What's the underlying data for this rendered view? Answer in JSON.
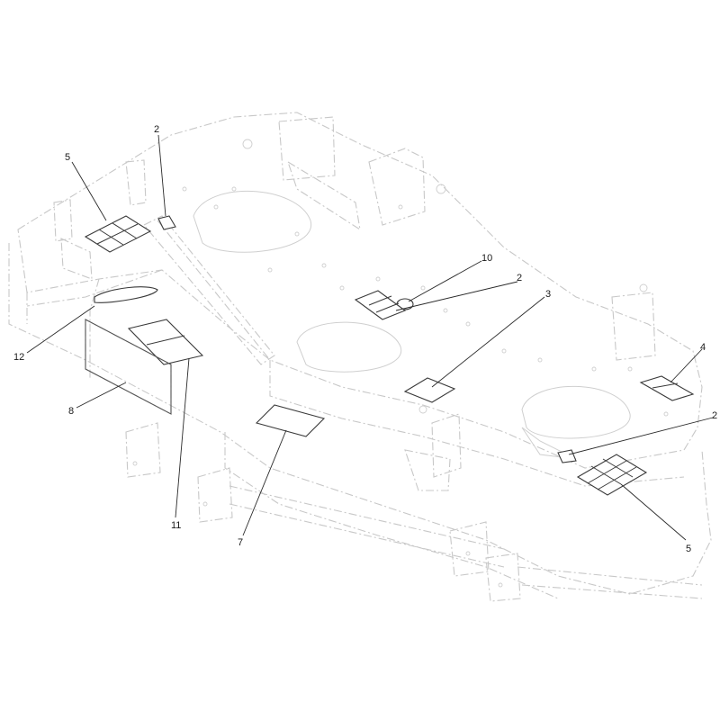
{
  "callouts": [
    {
      "id": "c-2-top",
      "label": "2"
    },
    {
      "id": "c-5-top",
      "label": "5"
    },
    {
      "id": "c-10",
      "label": "10"
    },
    {
      "id": "c-2-mid",
      "label": "2"
    },
    {
      "id": "c-3",
      "label": "3"
    },
    {
      "id": "c-4",
      "label": "4"
    },
    {
      "id": "c-2-right",
      "label": "2"
    },
    {
      "id": "c-12",
      "label": "12"
    },
    {
      "id": "c-8",
      "label": "8"
    },
    {
      "id": "c-11",
      "label": "11"
    },
    {
      "id": "c-7",
      "label": "7"
    },
    {
      "id": "c-5-bottom",
      "label": "5"
    }
  ]
}
